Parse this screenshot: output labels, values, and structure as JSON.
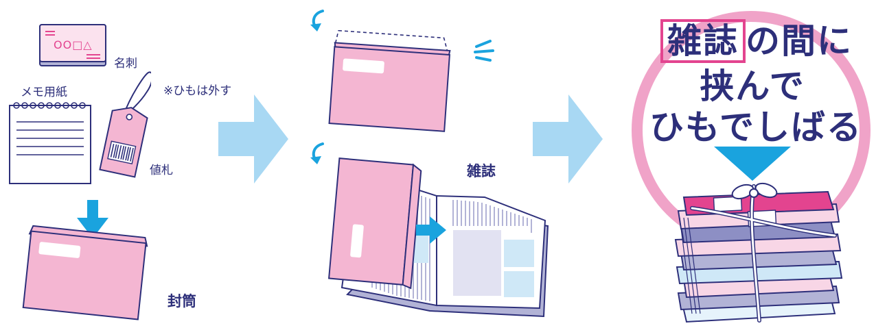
{
  "labels": {
    "business_card": "名刺",
    "memo_paper": "メモ用紙",
    "string_note": "※ひもは外す",
    "price_tag": "値札",
    "envelope": "封筒",
    "magazine": "雑誌"
  },
  "headline": {
    "boxed_word": "雑誌",
    "line1_rest": "の間に",
    "line2": "挟んで",
    "line3": "ひもでしばる"
  },
  "business_card_symbols": "OO□△",
  "colors": {
    "navy": "#2d2f7a",
    "pink": "#f4b6d2",
    "hot_pink": "#e3448f",
    "light_pink_ring": "#f0a3c8",
    "sky_arrow": "#a8d8f3",
    "cyan": "#1aa3de",
    "lavender": "#b2b3d6"
  }
}
